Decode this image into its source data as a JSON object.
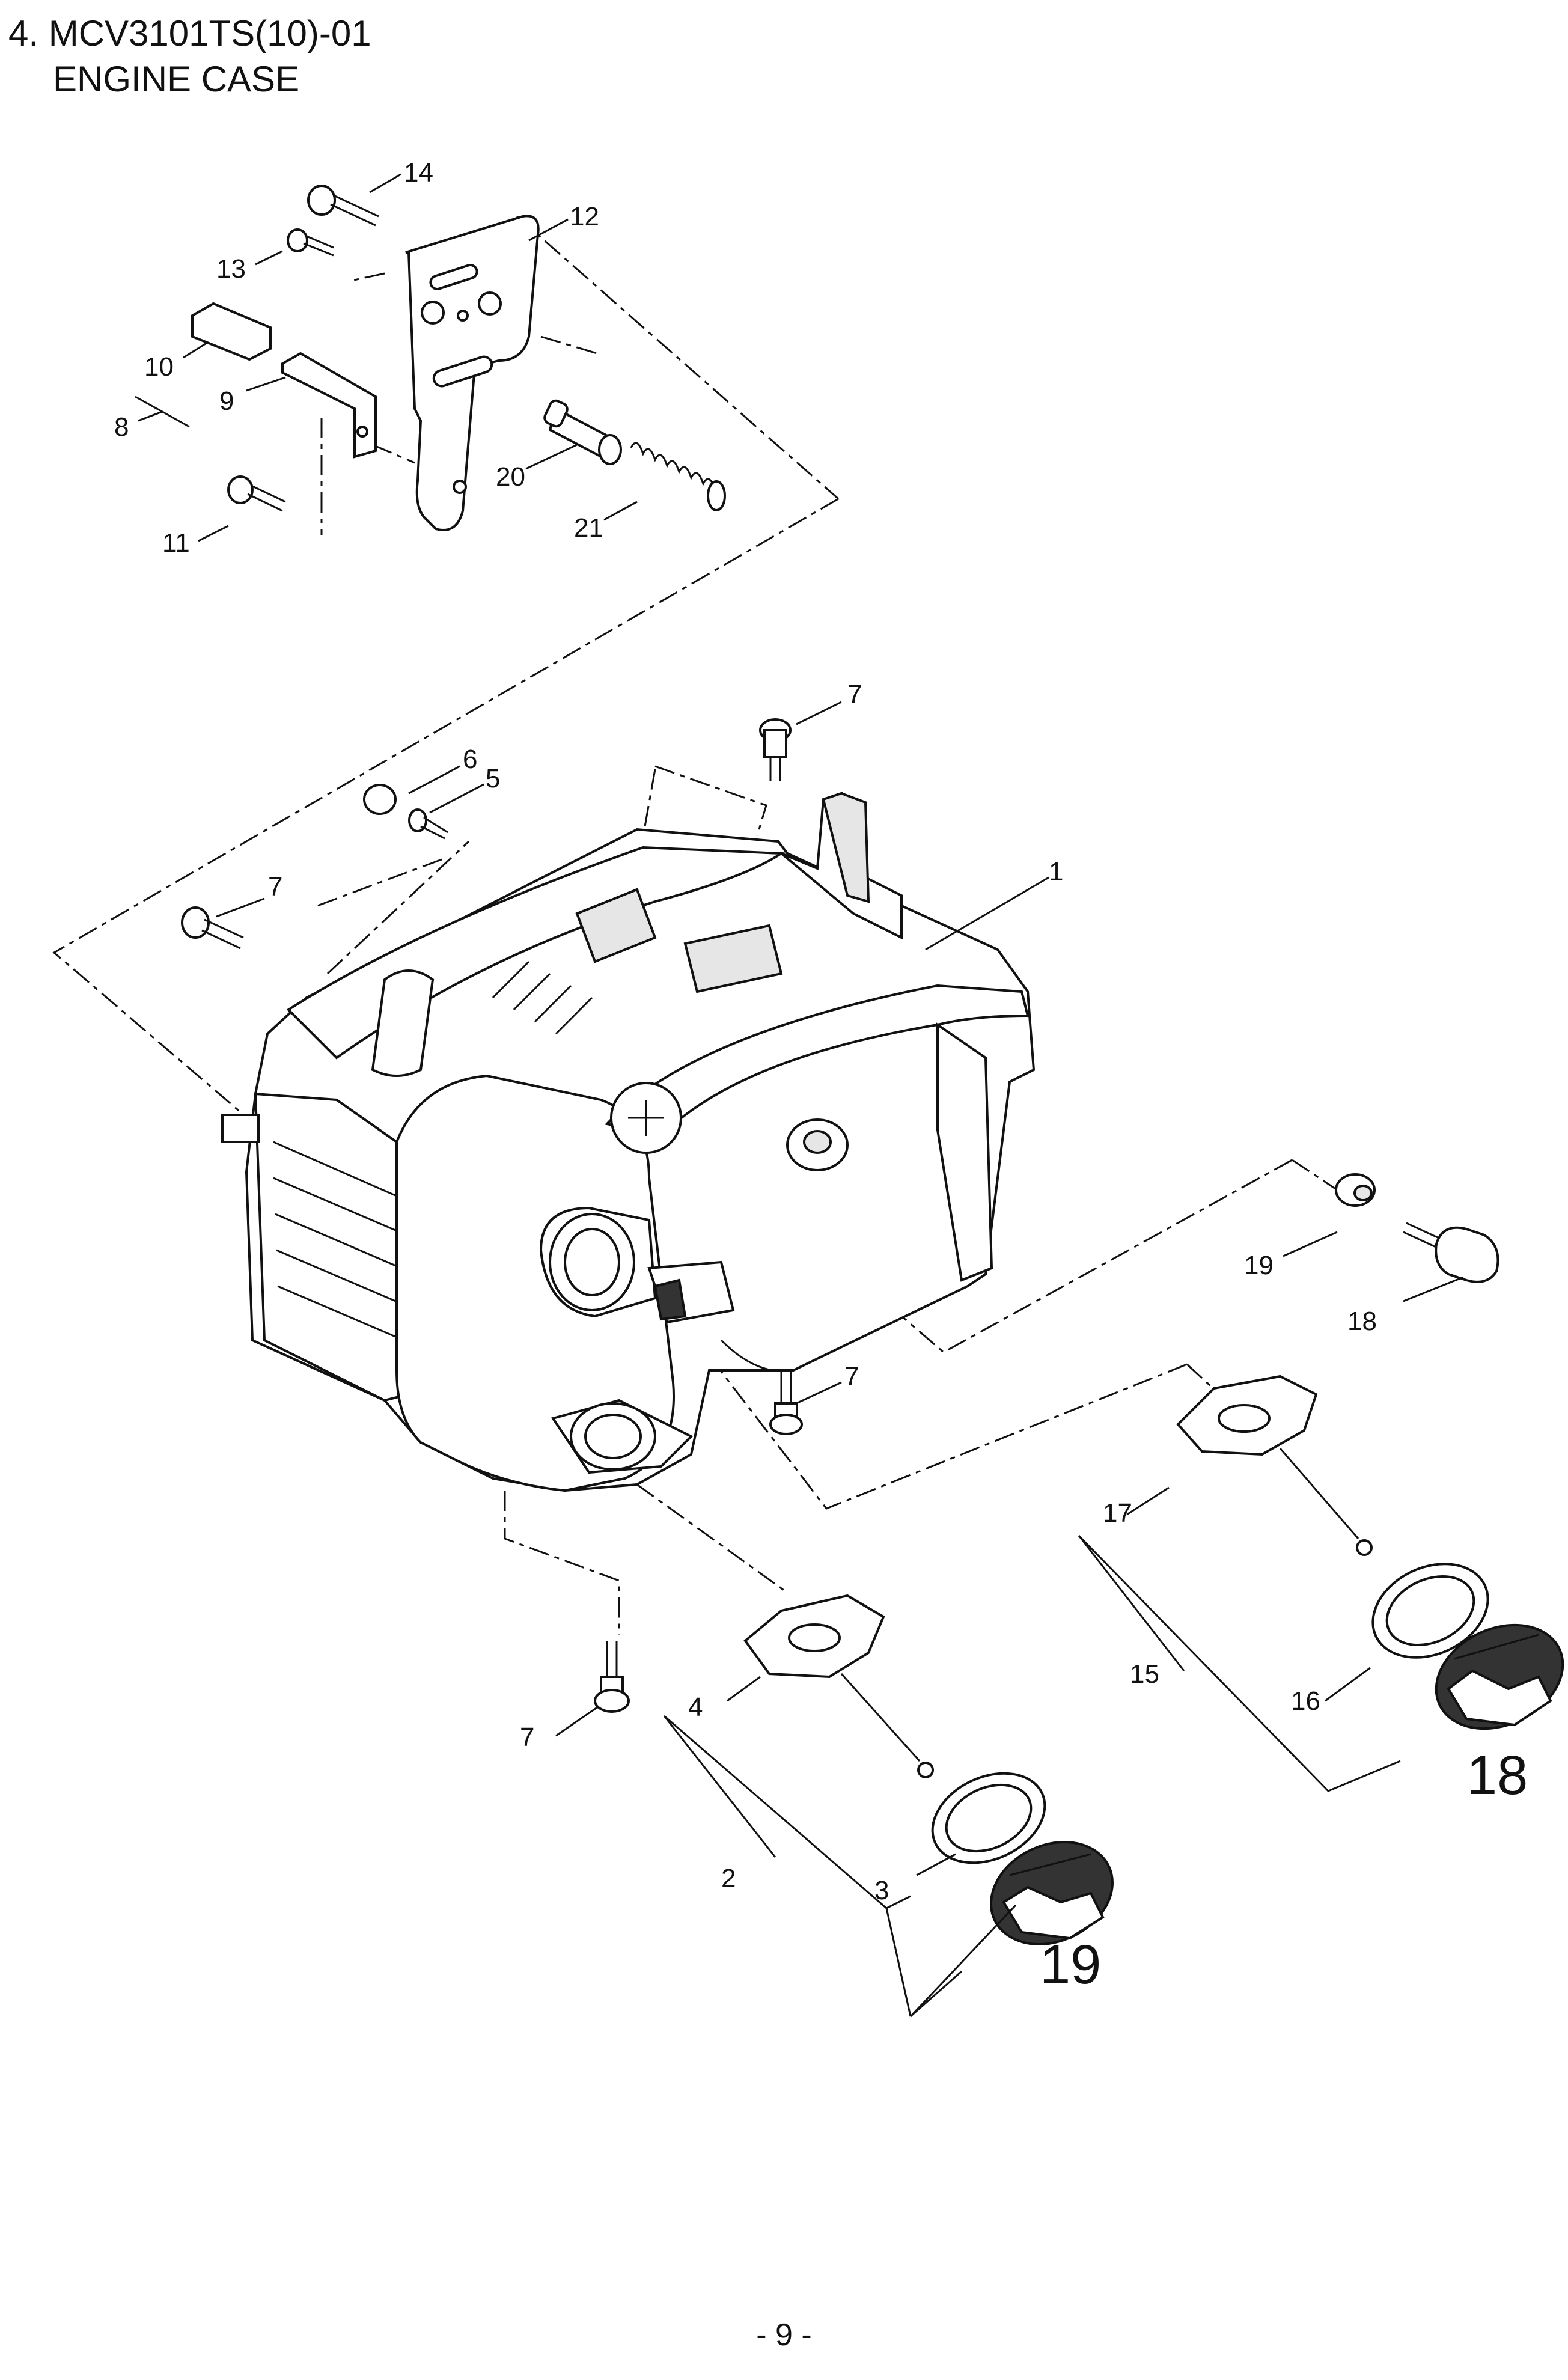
{
  "header": {
    "section": "4. MCV3101TS(10)-01",
    "title": "ENGINE CASE"
  },
  "callouts": {
    "c1": "1",
    "c2": "2",
    "c3": "3",
    "c4": "4",
    "c5": "5",
    "c6": "6",
    "c7a": "7",
    "c7b": "7",
    "c7c": "7",
    "c7d": "7",
    "c8": "8",
    "c9": "9",
    "c10": "10",
    "c11": "11",
    "c12": "12",
    "c13": "13",
    "c14": "14",
    "c15": "15",
    "c16": "16",
    "c17": "17",
    "c18": "18",
    "c19": "19",
    "c20": "20",
    "c21": "21"
  },
  "big_callouts": {
    "b18": "18",
    "b19": "19"
  },
  "footer": {
    "page": "- 9 -"
  }
}
